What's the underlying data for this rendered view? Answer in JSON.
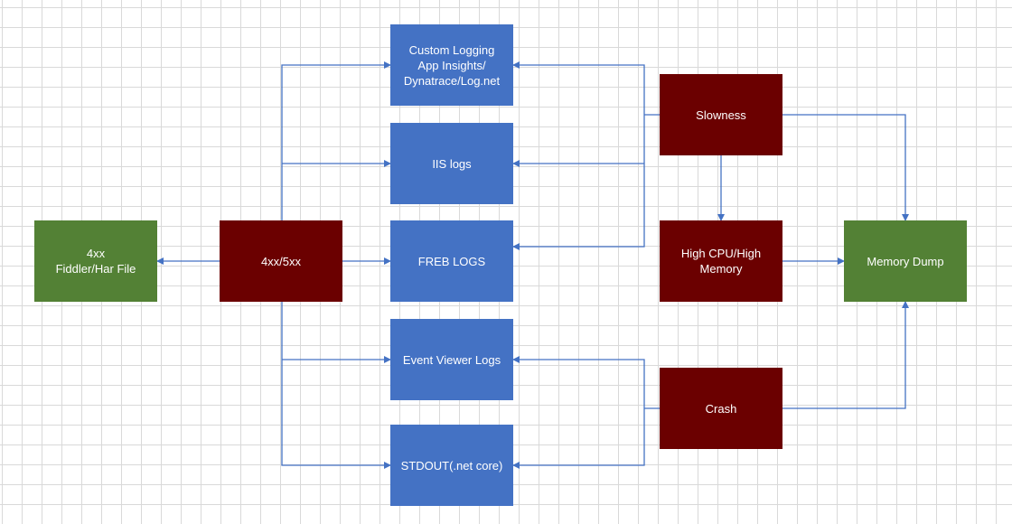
{
  "nodes": {
    "custom_logging": "Custom Logging\nApp Insights/\nDynatrace/Log.net",
    "iis_logs": "IIS logs",
    "freb_logs": "FREB LOGS",
    "event_viewer_logs": "Event Viewer Logs",
    "stdout": "STDOUT(.net core)",
    "fiddler": "4xx\nFiddler/Har File",
    "status_4xx_5xx": "4xx/5xx",
    "slowness": "Slowness",
    "high_cpu": "High CPU/High\nMemory",
    "crash": "Crash",
    "memory_dump": "Memory Dump"
  },
  "colors": {
    "log_source": "#4472c4",
    "problem": "#6b0000",
    "output": "#538135",
    "connector": "#4472c4",
    "grid": "#d9d9d9"
  }
}
